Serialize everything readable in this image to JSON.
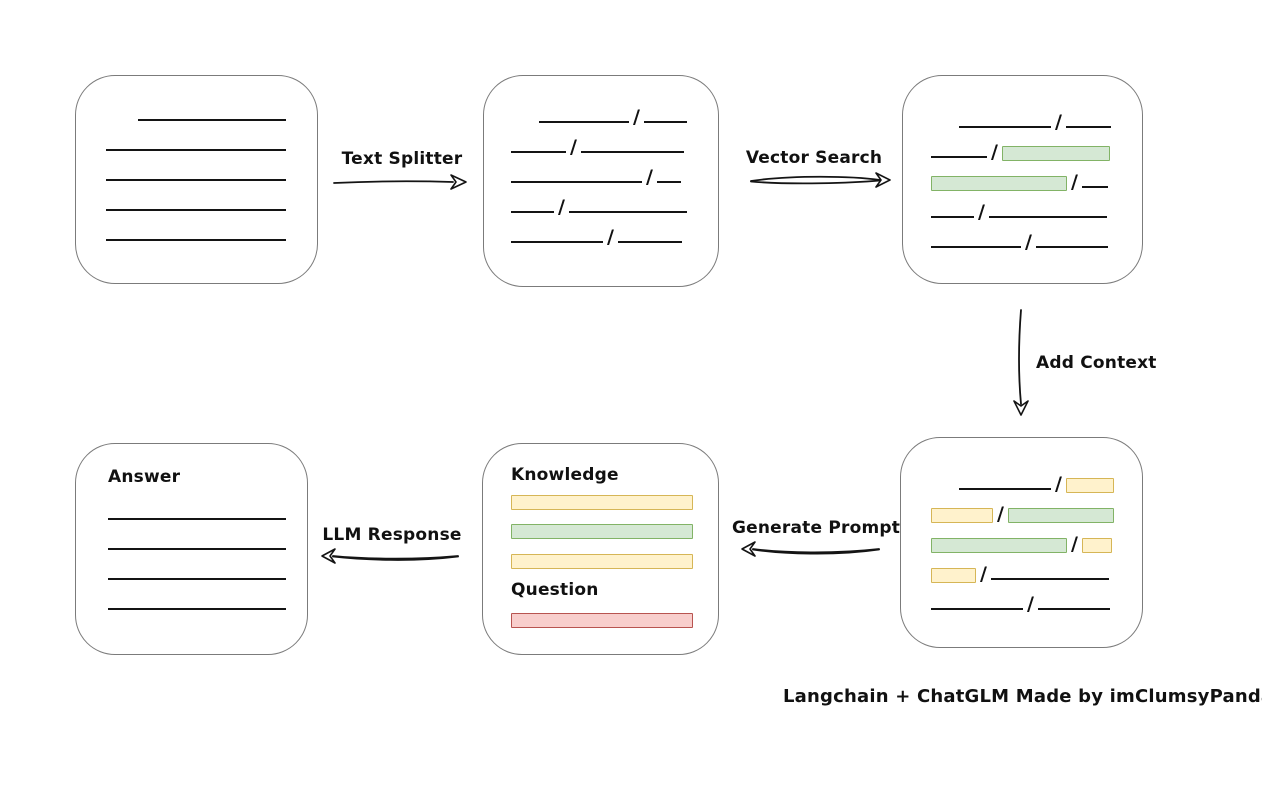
{
  "slash": "/",
  "colors": {
    "green_fill": "#d5e8d4",
    "green_border": "#82b366",
    "yellow_fill": "#fff2cc",
    "yellow_border": "#d6b656",
    "red_fill": "#f8cecc",
    "red_border": "#b85450",
    "box_border": "#7b7b7b",
    "line": "#141414"
  },
  "arrows": {
    "text_splitter": "Text Splitter",
    "vector_search": "Vector Search",
    "add_context": "Add Context",
    "generate_prompt": "Generate Prompt",
    "llm_response": "LLM Response"
  },
  "caption": "Langchain + ChatGLM Made by imClumsyPanda",
  "boxes": {
    "document": {
      "rows": [
        [
          {
            "t": "gap",
            "w": 32
          },
          {
            "t": "line",
            "w": 148
          }
        ],
        [
          {
            "t": "line",
            "w": 180
          }
        ],
        [
          {
            "t": "line",
            "w": 180
          }
        ],
        [
          {
            "t": "line",
            "w": 180
          }
        ],
        [
          {
            "t": "line",
            "w": 180
          }
        ]
      ]
    },
    "chunks": {
      "rows": [
        [
          {
            "t": "gap",
            "w": 28
          },
          {
            "t": "line",
            "w": 90
          },
          {
            "t": "slash"
          },
          {
            "t": "line",
            "w": 43
          }
        ],
        [
          {
            "t": "line",
            "w": 55
          },
          {
            "t": "slash"
          },
          {
            "t": "line",
            "w": 103
          }
        ],
        [
          {
            "t": "line",
            "w": 131
          },
          {
            "t": "slash"
          },
          {
            "t": "line",
            "w": 24
          }
        ],
        [
          {
            "t": "line",
            "w": 43
          },
          {
            "t": "slash"
          },
          {
            "t": "line",
            "w": 118
          }
        ],
        [
          {
            "t": "line",
            "w": 92
          },
          {
            "t": "slash"
          },
          {
            "t": "line",
            "w": 64
          }
        ]
      ]
    },
    "retrieved": {
      "rows": [
        [
          {
            "t": "gap",
            "w": 28
          },
          {
            "t": "line",
            "w": 92
          },
          {
            "t": "slash"
          },
          {
            "t": "line",
            "w": 45
          }
        ],
        [
          {
            "t": "line",
            "w": 56
          },
          {
            "t": "slash"
          },
          {
            "t": "bar",
            "c": "green",
            "w": 108
          }
        ],
        [
          {
            "t": "bar",
            "c": "green",
            "w": 136
          },
          {
            "t": "slash"
          },
          {
            "t": "line",
            "w": 26
          }
        ],
        [
          {
            "t": "line",
            "w": 43
          },
          {
            "t": "slash"
          },
          {
            "t": "line",
            "w": 118
          }
        ],
        [
          {
            "t": "line",
            "w": 90
          },
          {
            "t": "slash"
          },
          {
            "t": "line",
            "w": 72
          }
        ]
      ]
    },
    "context": {
      "rows": [
        [
          {
            "t": "gap",
            "w": 28
          },
          {
            "t": "line",
            "w": 92
          },
          {
            "t": "slash"
          },
          {
            "t": "bar",
            "c": "yellow",
            "w": 48
          }
        ],
        [
          {
            "t": "bar",
            "c": "yellow",
            "w": 62
          },
          {
            "t": "slash"
          },
          {
            "t": "bar",
            "c": "green",
            "w": 106
          }
        ],
        [
          {
            "t": "bar",
            "c": "green",
            "w": 136
          },
          {
            "t": "slash"
          },
          {
            "t": "bar",
            "c": "yellow",
            "w": 30
          }
        ],
        [
          {
            "t": "bar",
            "c": "yellow",
            "w": 45
          },
          {
            "t": "slash"
          },
          {
            "t": "line",
            "w": 118
          }
        ],
        [
          {
            "t": "line",
            "w": 92
          },
          {
            "t": "slash"
          },
          {
            "t": "line",
            "w": 72
          }
        ]
      ]
    },
    "prompt": {
      "knowledge_label": "Knowledge",
      "question_label": "Question",
      "items": [
        {
          "t": "bar",
          "c": "yellow",
          "mt": 9
        },
        {
          "t": "bar",
          "c": "green",
          "mt": 14
        },
        {
          "t": "bar",
          "c": "yellow",
          "mt": 15
        }
      ],
      "question_bar": {
        "t": "bar",
        "c": "red",
        "mt": 12
      }
    },
    "answer": {
      "label": "Answer",
      "rows": [
        [
          {
            "t": "line",
            "w": 178
          }
        ],
        [
          {
            "t": "line",
            "w": 178
          }
        ],
        [
          {
            "t": "line",
            "w": 178
          }
        ],
        [
          {
            "t": "line",
            "w": 178
          }
        ]
      ]
    }
  }
}
